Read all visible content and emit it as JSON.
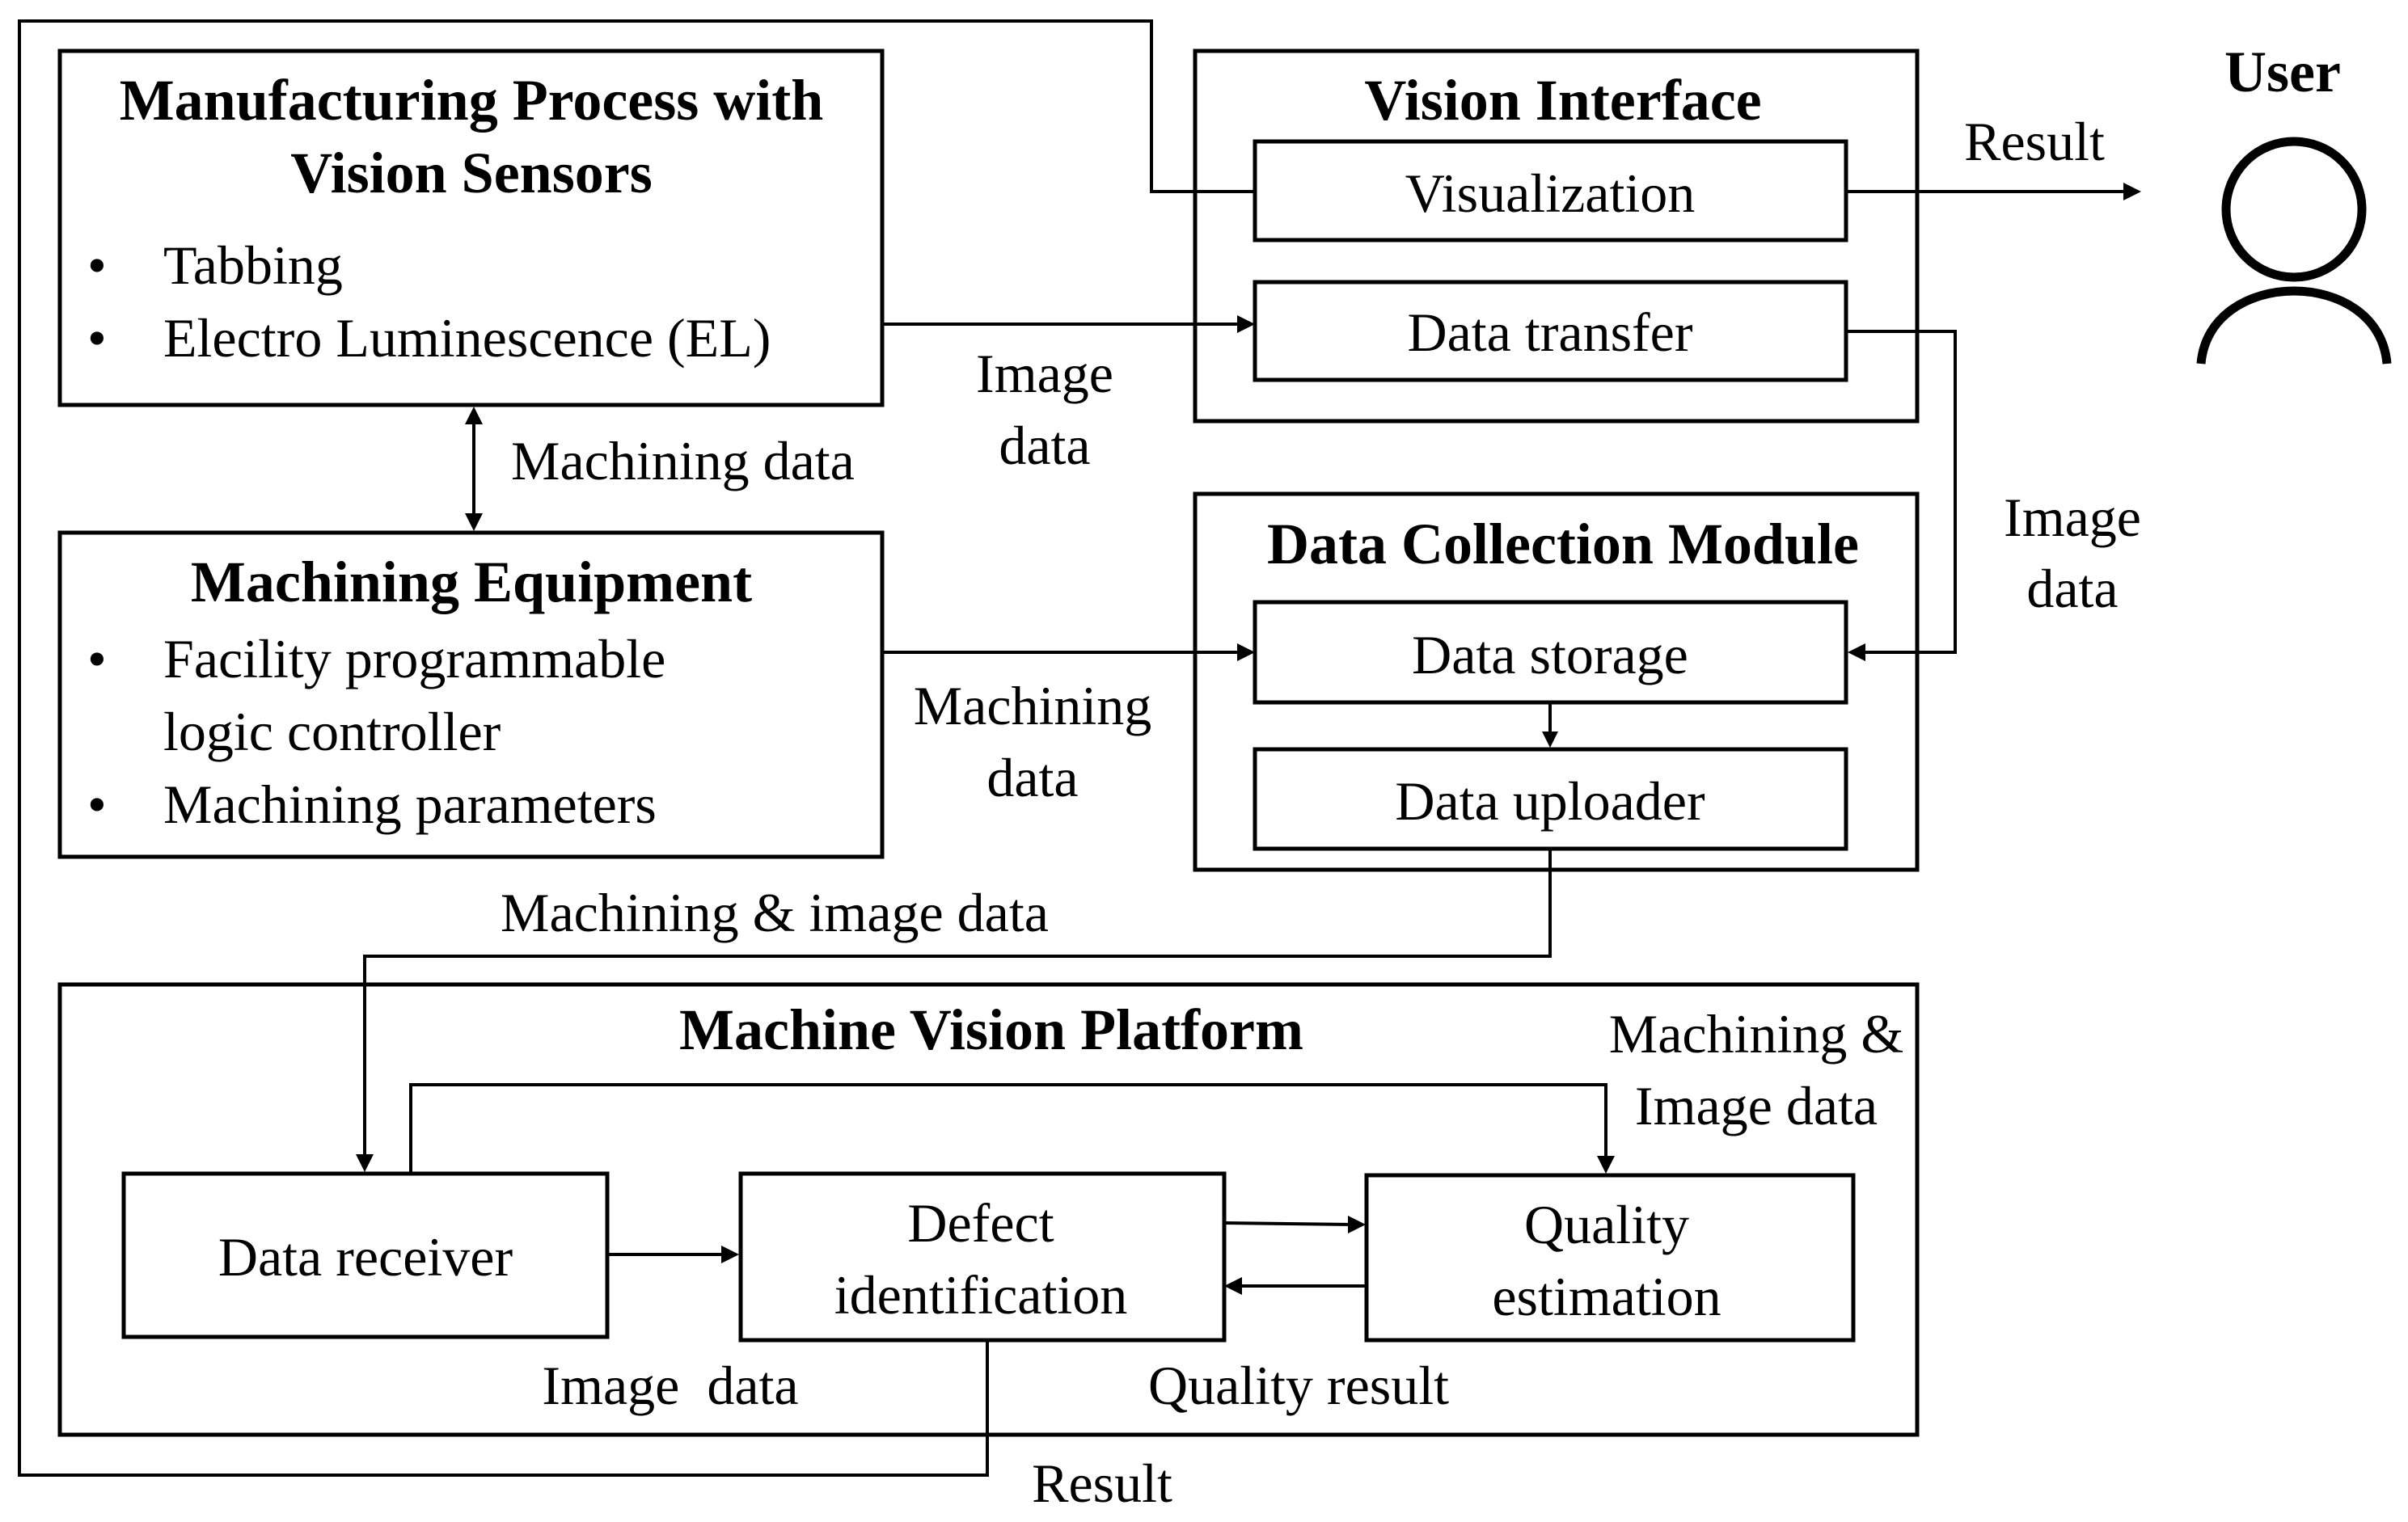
{
  "manufacturing": {
    "title_line1": "Manufacturing Process with",
    "title_line2": "Vision Sensors",
    "bullet": "•",
    "items": [
      "Tabbing",
      "Electro Luminescence (EL)"
    ]
  },
  "machining_equipment": {
    "title": "Machining Equipment",
    "bullet": "•",
    "item1_line1": "Facility programmable",
    "item1_line2": "logic controller",
    "item2": "Machining parameters"
  },
  "vision_interface": {
    "title": "Vision Interface",
    "visualization": "Visualization",
    "data_transfer": "Data transfer"
  },
  "data_collection": {
    "title": "Data Collection Module",
    "data_storage": "Data storage",
    "data_uploader": "Data uploader"
  },
  "platform": {
    "title": "Machine Vision Platform",
    "data_receiver": "Data receiver",
    "defect_line1": "Defect",
    "defect_line2": "identification",
    "quality_line1": "Quality",
    "quality_line2": "estimation"
  },
  "user": {
    "label": "User"
  },
  "labels": {
    "result_top": "Result",
    "image_data_mid_line1": "Image",
    "image_data_mid_line2": "data",
    "machining_data_vertical": "Machining data",
    "image_data_right_line1": "Image",
    "image_data_right_line2": "data",
    "machining_data_mid_line1": "Machining",
    "machining_data_mid_line2": "data",
    "machining_image_data": "Machining & image data",
    "machining_image_right_line1": "Machining &",
    "machining_image_right_line2": "Image data",
    "image_data_bottom": "Image  data",
    "quality_result": "Quality result",
    "result_bottom": "Result"
  }
}
